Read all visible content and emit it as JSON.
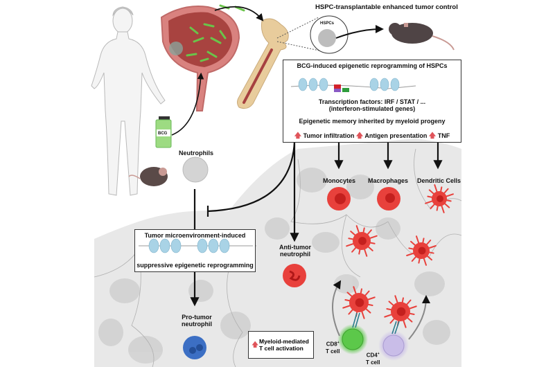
{
  "figure": {
    "top_title": "HSPC-transplantable enhanced tumor control",
    "hspc_label": "HSPCs",
    "bcg_label": "BCG",
    "neutrophils_label": "Neutrophils",
    "bcg_box": {
      "title": "BCG-induced epigenetic reprogramming of HSPCs",
      "tf_line1": "Transcription factors: IRF / STAT / ...",
      "tf_line2": "(interferon-stimulated genes)",
      "memory": "Epigenetic memory inherited by myeloid progeny",
      "effects": [
        {
          "icon": "up-arrow-icon",
          "label": "Tumor infiltration"
        },
        {
          "icon": "up-arrow-icon",
          "label": "Antigen presentation"
        },
        {
          "icon": "up-arrow-icon",
          "label": "TNF"
        }
      ]
    },
    "myeloid_cells": [
      {
        "label": "Monocytes"
      },
      {
        "label": "Macrophages"
      },
      {
        "label": "Dendritic Cells"
      }
    ],
    "tme_box": {
      "title": "Tumor microenvironment-induced",
      "subtitle": "suppressive epigenetic reprogramming"
    },
    "anti_tumor": {
      "line1": "Anti-tumor",
      "line2": "neutrophil"
    },
    "pro_tumor": {
      "line1": "Pro-tumor",
      "line2": "neutrophil"
    },
    "activation_box": {
      "line1": "Myeloid-mediated",
      "line2": "T cell activation",
      "icon": "up-arrow-icon"
    },
    "cd8": {
      "line1": "CD8",
      "sup": "+",
      "line2": "T cell"
    },
    "cd4": {
      "line1": "CD4",
      "sup": "+",
      "line2": "T cell"
    },
    "colors": {
      "myeloid_red": "#e8413c",
      "pro_tumor_blue": "#3c6fc4",
      "cd8_green": "#5cc84a",
      "cd4_purple": "#c9bde8",
      "nucleosome": "#a9d3e6",
      "tissue": "#e6e6e6",
      "up_arrow": "#e0545a"
    }
  }
}
